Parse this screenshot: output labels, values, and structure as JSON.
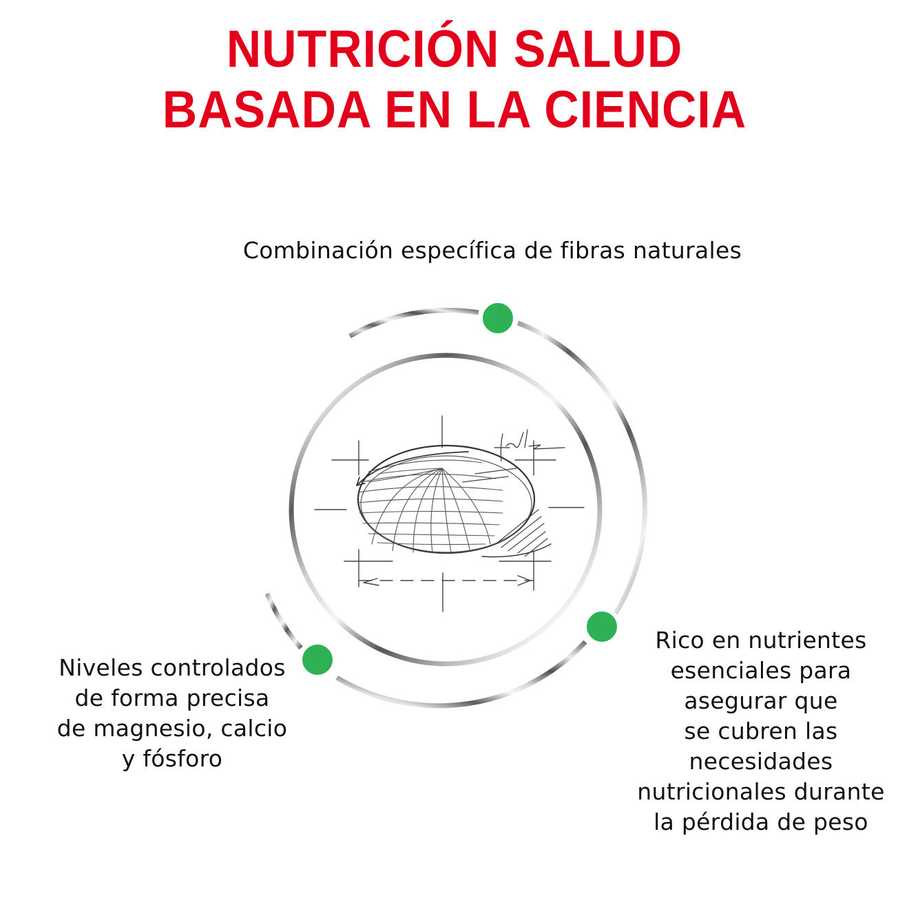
{
  "header": {
    "title_lines": [
      "NUTRICIÓN SALUD",
      "BASADA EN LA CIENCIA"
    ],
    "title_color": "#e2001a"
  },
  "features": {
    "top": {
      "lines": [
        "Combinación específica de fibras naturales"
      ]
    },
    "left": {
      "lines": [
        "Niveles controlados",
        "de forma precisa",
        "de magnesio, calcio",
        "y fósforo"
      ]
    },
    "right": {
      "lines": [
        "Rico en nutrientes",
        "esenciales para",
        "asegurar que",
        "se cubren las",
        "necesidades",
        "nutricionales durante",
        "la pérdida de peso"
      ]
    }
  },
  "diagram": {
    "center_icon": "kibble-sketch-icon",
    "marker_color": "#2db154",
    "ring_color_dark": "#4a4a4a",
    "ring_color_light": "#f2f2f2"
  }
}
